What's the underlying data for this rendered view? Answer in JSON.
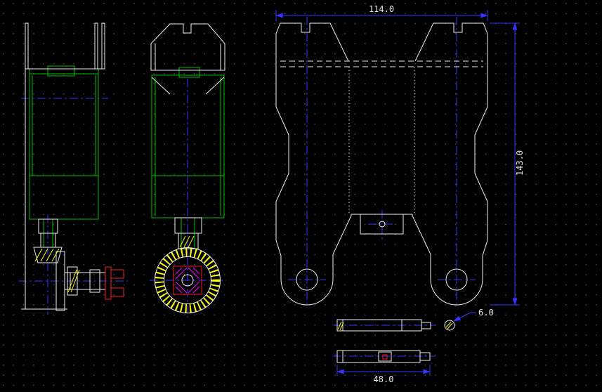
{
  "drawing": {
    "dimensions": {
      "width_top": "114.0",
      "height_right": "143.0",
      "pin_diameter": "6.0",
      "pin_length": "48.0"
    },
    "colors": {
      "background": "#000000",
      "grid_dot": "#4d4d57",
      "outline": "#f0f0f0",
      "body": "#00c000",
      "hatch": "#ffff00",
      "accent_red": "#ff1a1a",
      "hatch_magenta": "#ff00ff",
      "centerline": "#3434ff",
      "dim_text": "#e8e8e8"
    }
  }
}
